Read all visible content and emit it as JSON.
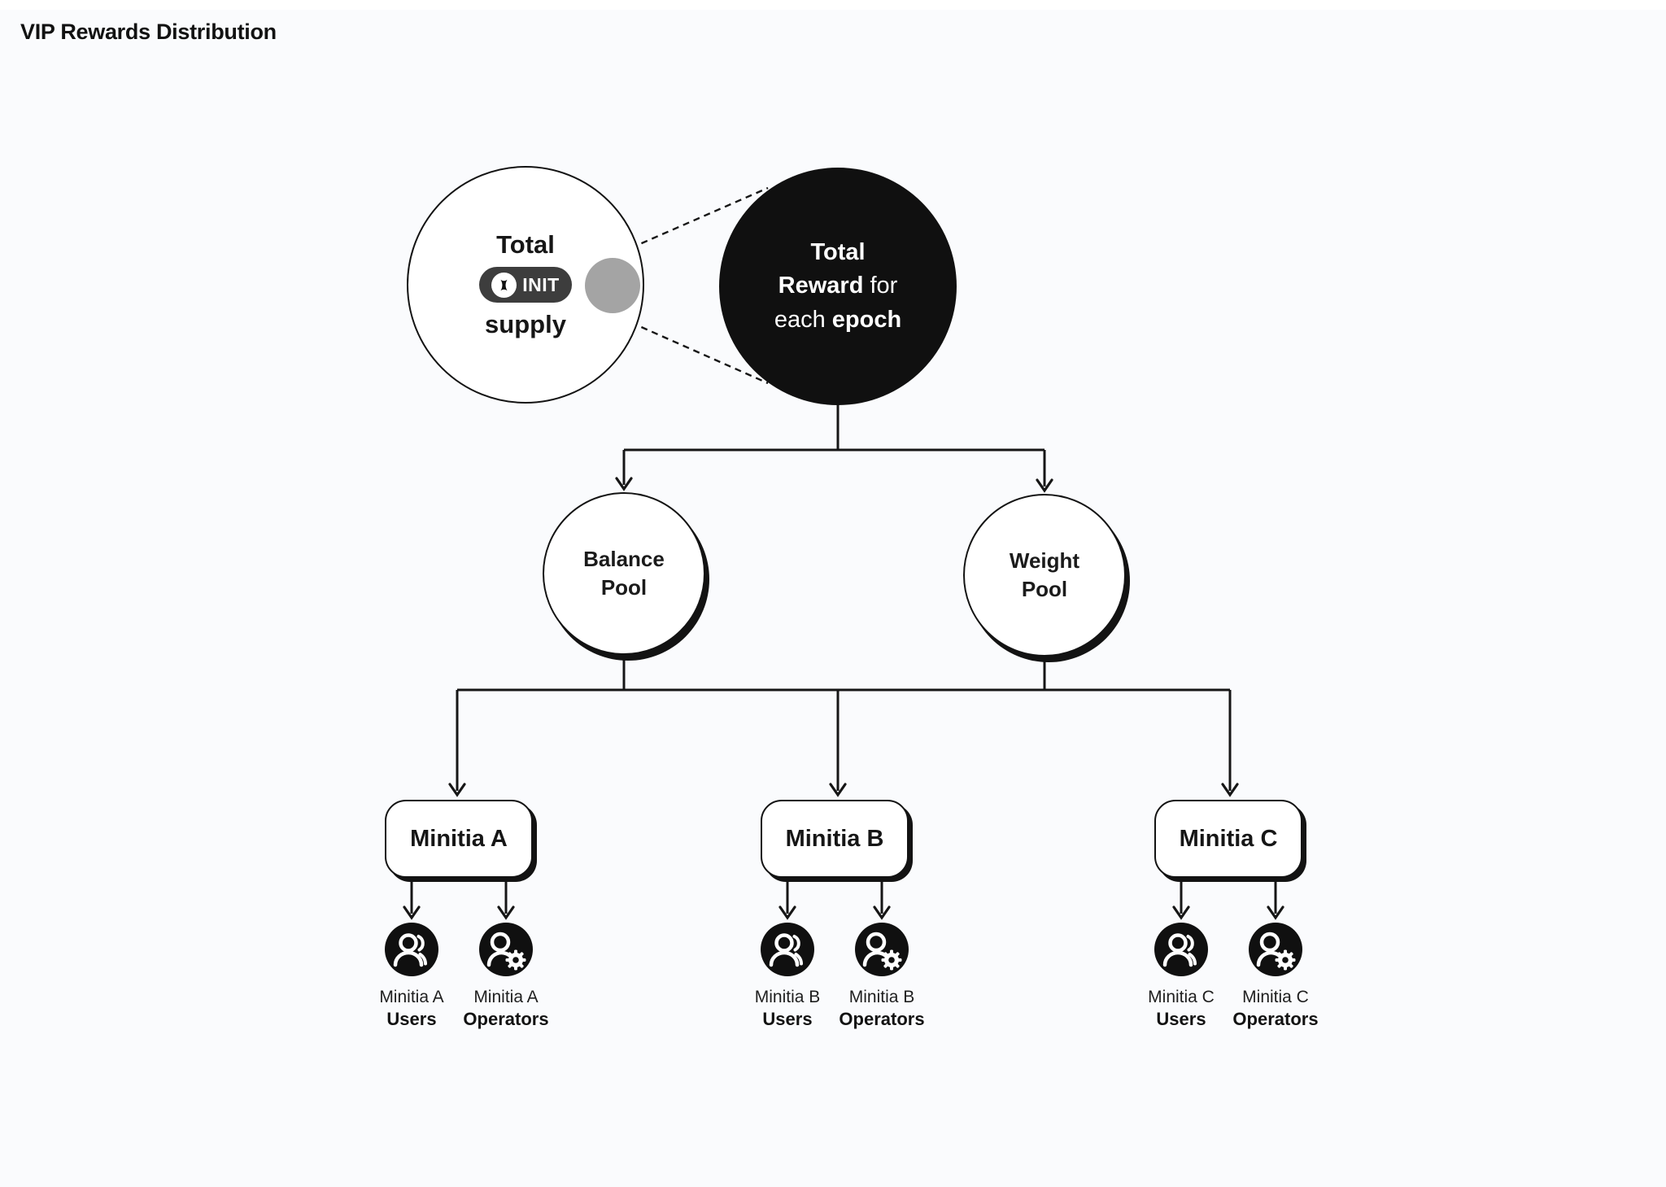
{
  "title": "VIP Rewards Distribution",
  "colors": {
    "bg": "#fafbfd",
    "ink": "#141414",
    "badgeBg": "#3d3d3d",
    "grayDot": "#a4a4a4",
    "labelInk": "#1f1f1f"
  },
  "supply": {
    "line1": "Total",
    "badge_text": "INIT",
    "line2": "supply"
  },
  "reward": {
    "l1": "Total",
    "l2a": "Reward",
    "l2b": " for",
    "l3a": "each ",
    "l3b": "epoch"
  },
  "pools": [
    {
      "line1": "Balance",
      "line2": "Pool"
    },
    {
      "line1": "Weight",
      "line2": "Pool"
    }
  ],
  "minitias": [
    {
      "name": "Minitia A",
      "users_line1": "Minitia A",
      "users_line2": "Users",
      "operators_line1": "Minitia A",
      "operators_line2": "Operators"
    },
    {
      "name": "Minitia B",
      "users_line1": "Minitia B",
      "users_line2": "Users",
      "operators_line1": "Minitia B",
      "operators_line2": "Operators"
    },
    {
      "name": "Minitia C",
      "users_line1": "Minitia C",
      "users_line2": "Users",
      "operators_line1": "Minitia C",
      "operators_line2": "Operators"
    }
  ]
}
